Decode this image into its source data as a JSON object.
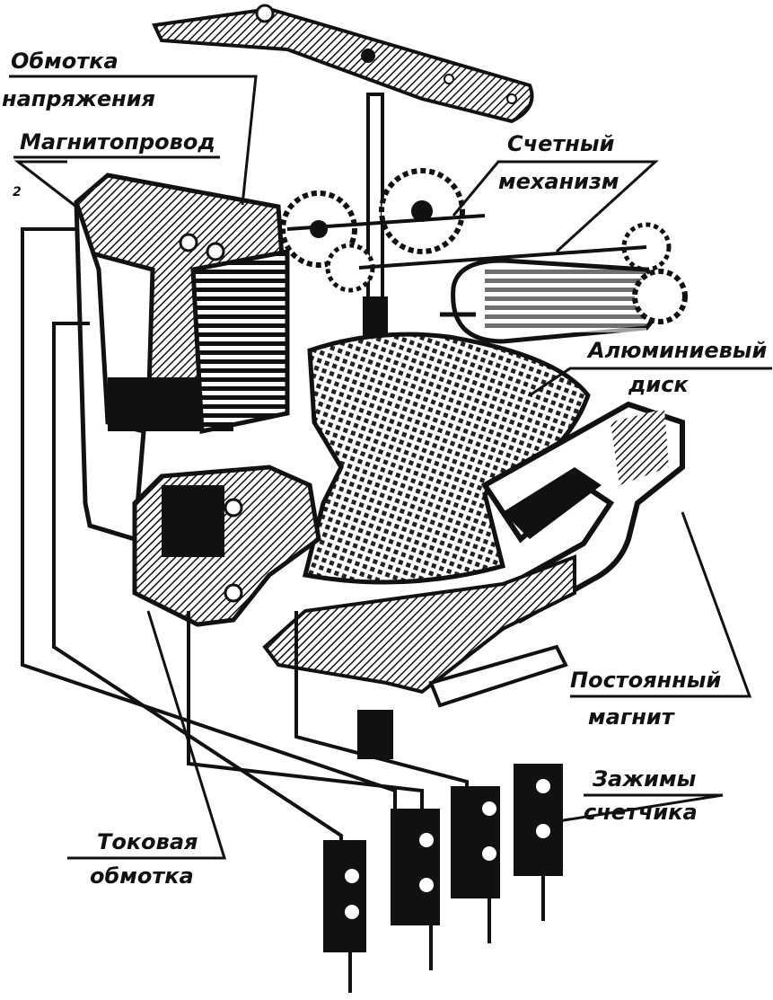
{
  "labels": {
    "voltage_coil_1": "Обмотка",
    "voltage_coil_2": "напряжения",
    "magnetic_core": "Магнитопровод",
    "counter_1": "Счетный",
    "counter_2": "механизм",
    "disk_1": "Алюминиевый",
    "disk_2": "диск",
    "magnet_1": "Постоянный",
    "magnet_2": "магнит",
    "terminals_1": "Зажимы",
    "terminals_2": "счетчика",
    "current_coil_1": "Токовая",
    "current_coil_2": "обмотка",
    "corner_mark": "2"
  },
  "colors": {
    "ink": "#111111",
    "paper": "#ffffff"
  }
}
